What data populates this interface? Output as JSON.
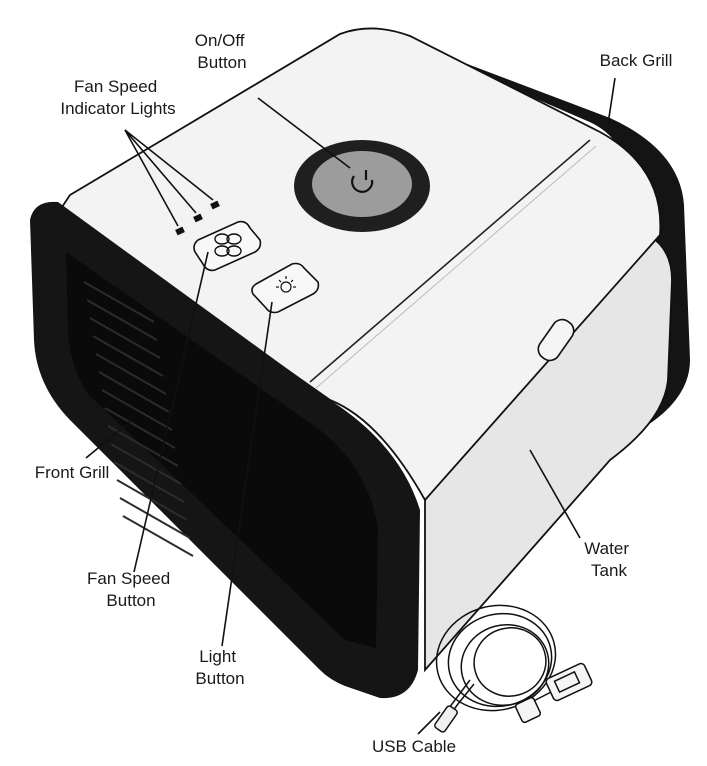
{
  "labels": {
    "on_off": [
      "On/Off",
      "Button"
    ],
    "back_grill": "Back Grill",
    "fan_speed_lights": [
      "Fan Speed",
      "Indicator Lights"
    ],
    "front_grill": "Front Grill",
    "water_tank": [
      "Water",
      "Tank"
    ],
    "fan_speed_button": [
      "Fan Speed",
      "Button"
    ],
    "light_button": [
      "Light",
      "Button"
    ],
    "usb_cable": "USB Cable"
  },
  "colors": {
    "body_top": "#f1f1f1",
    "body_side": "#e4e4e4",
    "frame": "#141414",
    "grill": "#0b0b0b",
    "button_ring": "#2a2a2a",
    "button_face": "#9a9a9a"
  },
  "icons": {
    "power": "power-icon",
    "fan": "fan-icon",
    "light": "light-icon"
  }
}
